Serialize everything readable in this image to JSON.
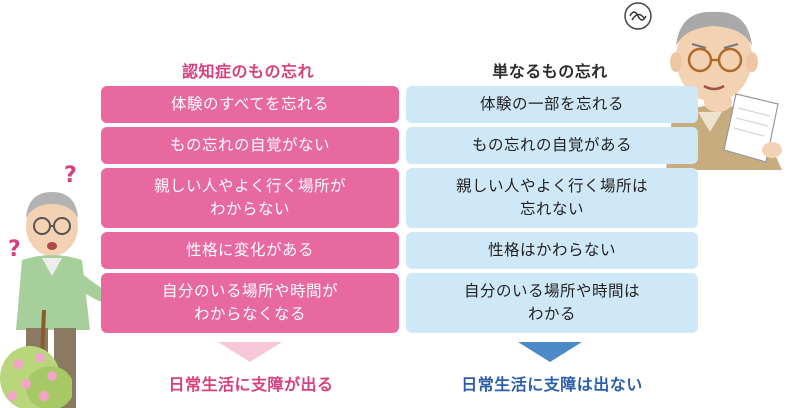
{
  "left_column": {
    "heading": "認知症のもの忘れ",
    "rows": [
      {
        "lines": [
          "体験のすべてを忘れる"
        ]
      },
      {
        "lines": [
          "もの忘れの自覚がない"
        ]
      },
      {
        "lines": [
          "親しい人やよく行く場所が",
          "わからない"
        ]
      },
      {
        "lines": [
          "性格に変化がある"
        ]
      },
      {
        "lines": [
          "自分のいる場所や時間が",
          "わからなくなる"
        ]
      }
    ],
    "result": "日常生活に支障が出る"
  },
  "right_column": {
    "heading": "単なるもの忘れ",
    "rows": [
      {
        "lines": [
          "体験の一部を忘れる"
        ]
      },
      {
        "lines": [
          "もの忘れの自覚がある"
        ]
      },
      {
        "lines": [
          "親しい人やよく行く場所は",
          "忘れない"
        ]
      },
      {
        "lines": [
          "性格はかわらない"
        ]
      },
      {
        "lines": [
          "自分のいる場所や時間は",
          "わかる"
        ]
      }
    ],
    "result": "日常生活に支障は出ない"
  },
  "colors": {
    "pink_box": "#e8699f",
    "blue_box": "#cfe8f7",
    "pink_text": "#d6407f",
    "blue_text": "#2c5fa8",
    "pink_arrow": "#f6c7d8",
    "blue_arrow": "#4e89c7"
  },
  "illustrations": {
    "left": "confused-elderly-man-with-cane-icon",
    "right": "thinking-elderly-man-reading-paper-icon",
    "bush": "flowering-bush-icon"
  }
}
